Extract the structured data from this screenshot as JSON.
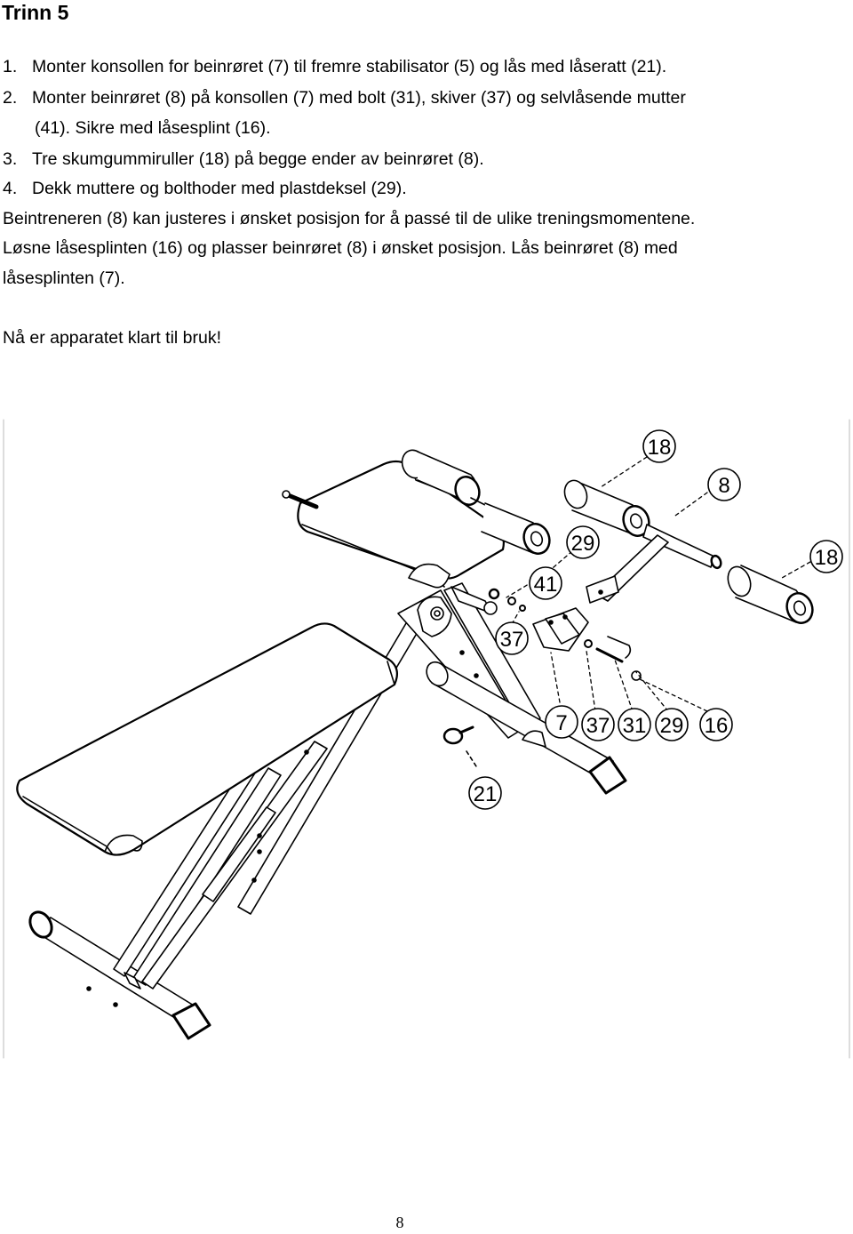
{
  "heading": "Trinn 5",
  "steps": [
    {
      "num": "1.",
      "lines": [
        "Monter konsollen for beinrøret (7) til fremre stabilisator (5) og lås med låseratt (21)."
      ]
    },
    {
      "num": "2.",
      "lines": [
        "Monter beinrøret (8) på konsollen (7) med bolt (31), skiver (37) og selvlåsende mutter",
        "(41). Sikre med låsesplint (16)."
      ]
    },
    {
      "num": "3.",
      "lines": [
        "Tre skumgummiruller (18) på begge ender av beinrøret (8)."
      ]
    },
    {
      "num": "4.",
      "lines": [
        "Dekk muttere og bolthoder med plastdeksel (29)."
      ]
    }
  ],
  "paragraph_lines": [
    "Beintreneren (8) kan justeres i ønsket posisjon for å passé til de ulike treningsmomentene.",
    "Løsne låsesplinten (16) og plasser beinrøret (8) i ønsket posisjon. Lås beinrøret (8) med",
    "låsesplinten (7)."
  ],
  "closing": "Nå er apparatet klart til bruk!",
  "figure": {
    "callouts": [
      "18",
      "8",
      "18",
      "29",
      "41",
      "37",
      "7",
      "37",
      "31",
      "29",
      "16",
      "21"
    ]
  },
  "page_number": "8"
}
